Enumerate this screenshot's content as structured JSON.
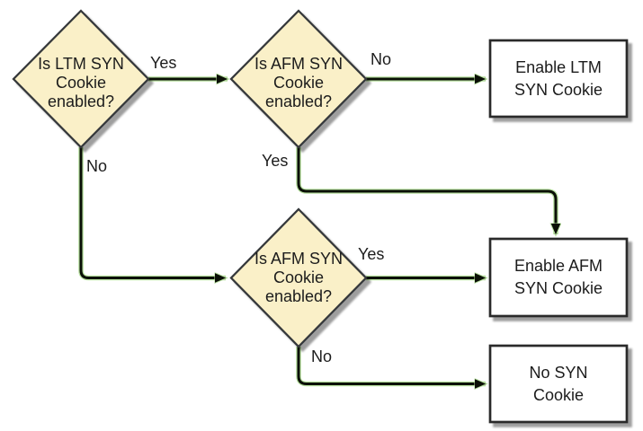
{
  "diagram": {
    "type": "flowchart",
    "nodes": {
      "q_ltm": {
        "label": "Is LTM SYN\nCookie\nenabled?",
        "shape": "decision"
      },
      "q_afm_top": {
        "label": "Is AFM SYN\nCookie\nenabled?",
        "shape": "decision"
      },
      "q_afm_bottom": {
        "label": "Is AFM SYN\nCookie\nenabled?",
        "shape": "decision"
      },
      "enable_ltm": {
        "label": "Enable LTM\nSYN Cookie",
        "shape": "process"
      },
      "enable_afm": {
        "label": "Enable AFM\nSYN Cookie",
        "shape": "process"
      },
      "no_syn": {
        "label": "No SYN\nCookie",
        "shape": "process"
      }
    },
    "edges": {
      "ltm_yes": {
        "label": "Yes",
        "from": "q_ltm",
        "to": "q_afm_top"
      },
      "afm_top_no": {
        "label": "No",
        "from": "q_afm_top",
        "to": "enable_ltm"
      },
      "afm_top_yes": {
        "label": "Yes",
        "from": "q_afm_top",
        "to": "enable_afm"
      },
      "ltm_no": {
        "label": "No",
        "from": "q_ltm",
        "to": "q_afm_bottom"
      },
      "afm_bottom_yes": {
        "label": "Yes",
        "from": "q_afm_bottom",
        "to": "enable_afm"
      },
      "afm_bottom_no": {
        "label": "No",
        "from": "q_afm_bottom",
        "to": "no_syn"
      }
    },
    "colors": {
      "diamond_fill": "#FAF0C8",
      "diamond_border": "#36393B",
      "box_fill": "#FFFFFF",
      "box_border": "#2B2B2B",
      "edge_core": "#0B1007",
      "edge_halo": "#B7DF9F",
      "shadow": "#A6A6A6",
      "text": "#1C1C1C"
    }
  }
}
